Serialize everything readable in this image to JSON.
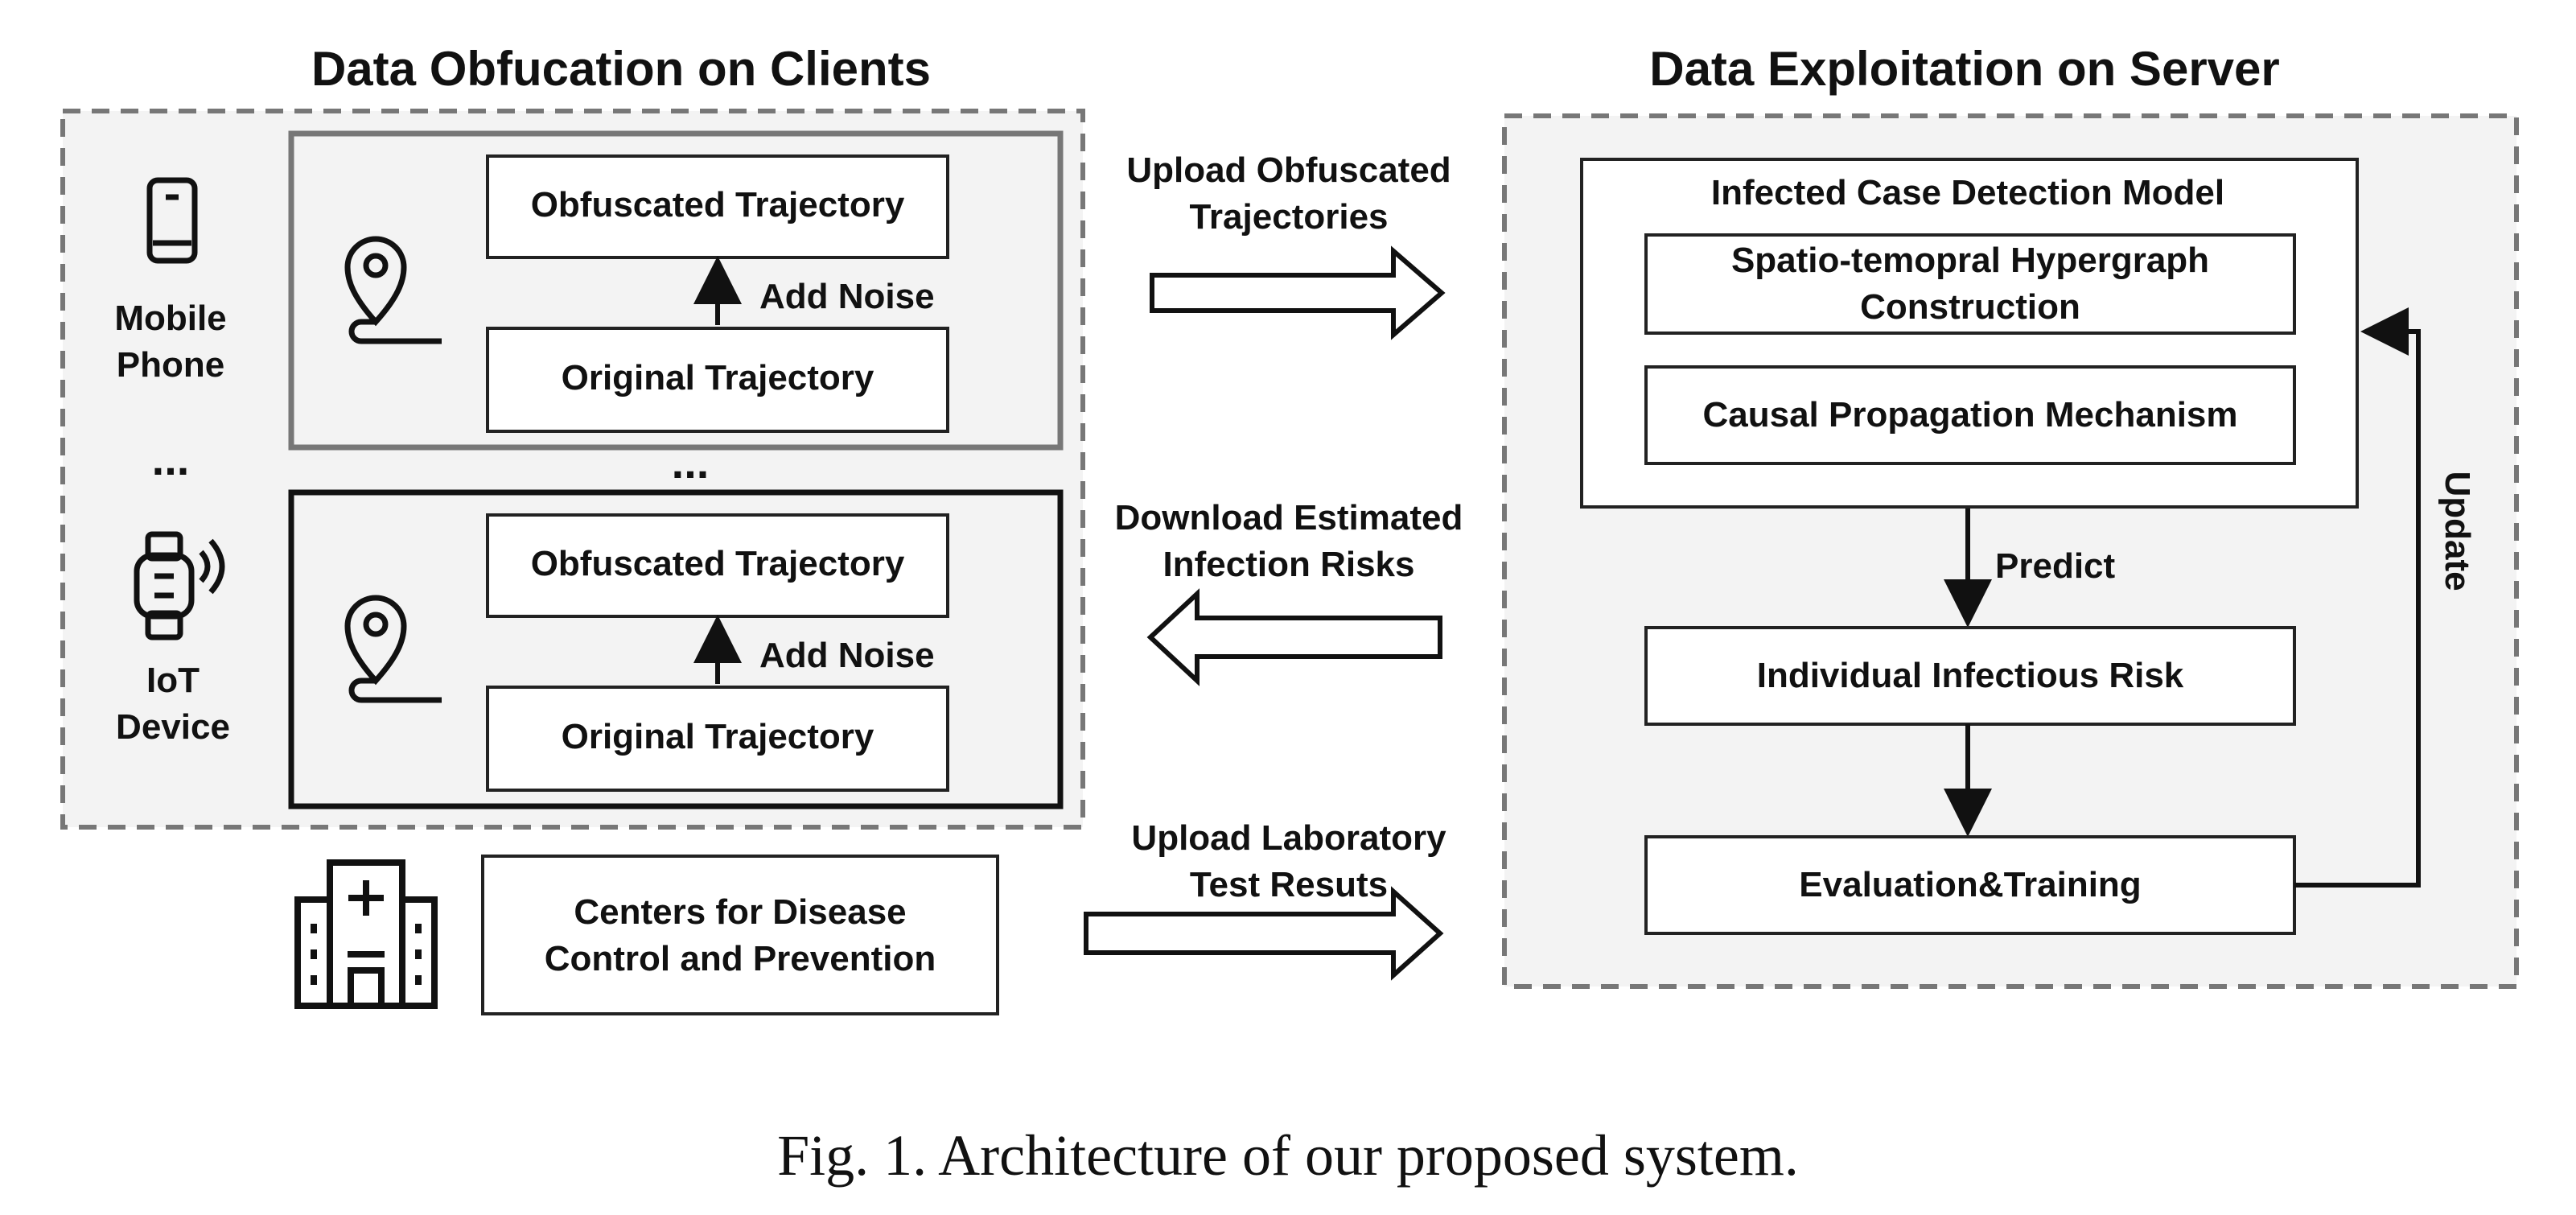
{
  "client_section": {
    "title": "Data Obfucation on Clients",
    "devices": [
      {
        "label_line1": "Mobile",
        "label_line2": "Phone",
        "icon": "mobile-phone-icon"
      },
      {
        "label_line1": "IoT",
        "label_line2": "Device",
        "icon": "smartwatch-icon"
      }
    ],
    "device_ellipsis": "...",
    "box_ellipsis": "...",
    "client_boxes": [
      {
        "top_label": "Obfuscated Trajectory",
        "arrow_label": "Add Noise",
        "bottom_label": "Original Trajectory",
        "icon": "location-pin-icon"
      },
      {
        "top_label": "Obfuscated Trajectory",
        "arrow_label": "Add Noise",
        "bottom_label": "Original Trajectory",
        "icon": "location-pin-icon"
      }
    ],
    "cdc": {
      "line1": "Centers for Disease",
      "line2": "Control and Prevention",
      "icon": "hospital-icon"
    }
  },
  "transfers": [
    {
      "line1": "Upload Obfuscated",
      "line2": "Trajectories",
      "direction": "right"
    },
    {
      "line1": "Download Estimated",
      "line2": "Infection Risks",
      "direction": "left"
    },
    {
      "line1": "Upload Laboratory",
      "line2": "Test Resuts",
      "direction": "right"
    }
  ],
  "server_section": {
    "title": "Data Exploitation on Server",
    "model_title": "Infected Case Detection Model",
    "hypergraph_line1": "Spatio-temopral Hypergraph",
    "hypergraph_line2": "Construction",
    "causal": "Causal Propagation Mechanism",
    "predict_label": "Predict",
    "risk": "Individual Infectious Risk",
    "evaluation": "Evaluation&Training",
    "update_label": "Update"
  },
  "caption": "Fig. 1.  Architecture of our proposed system."
}
